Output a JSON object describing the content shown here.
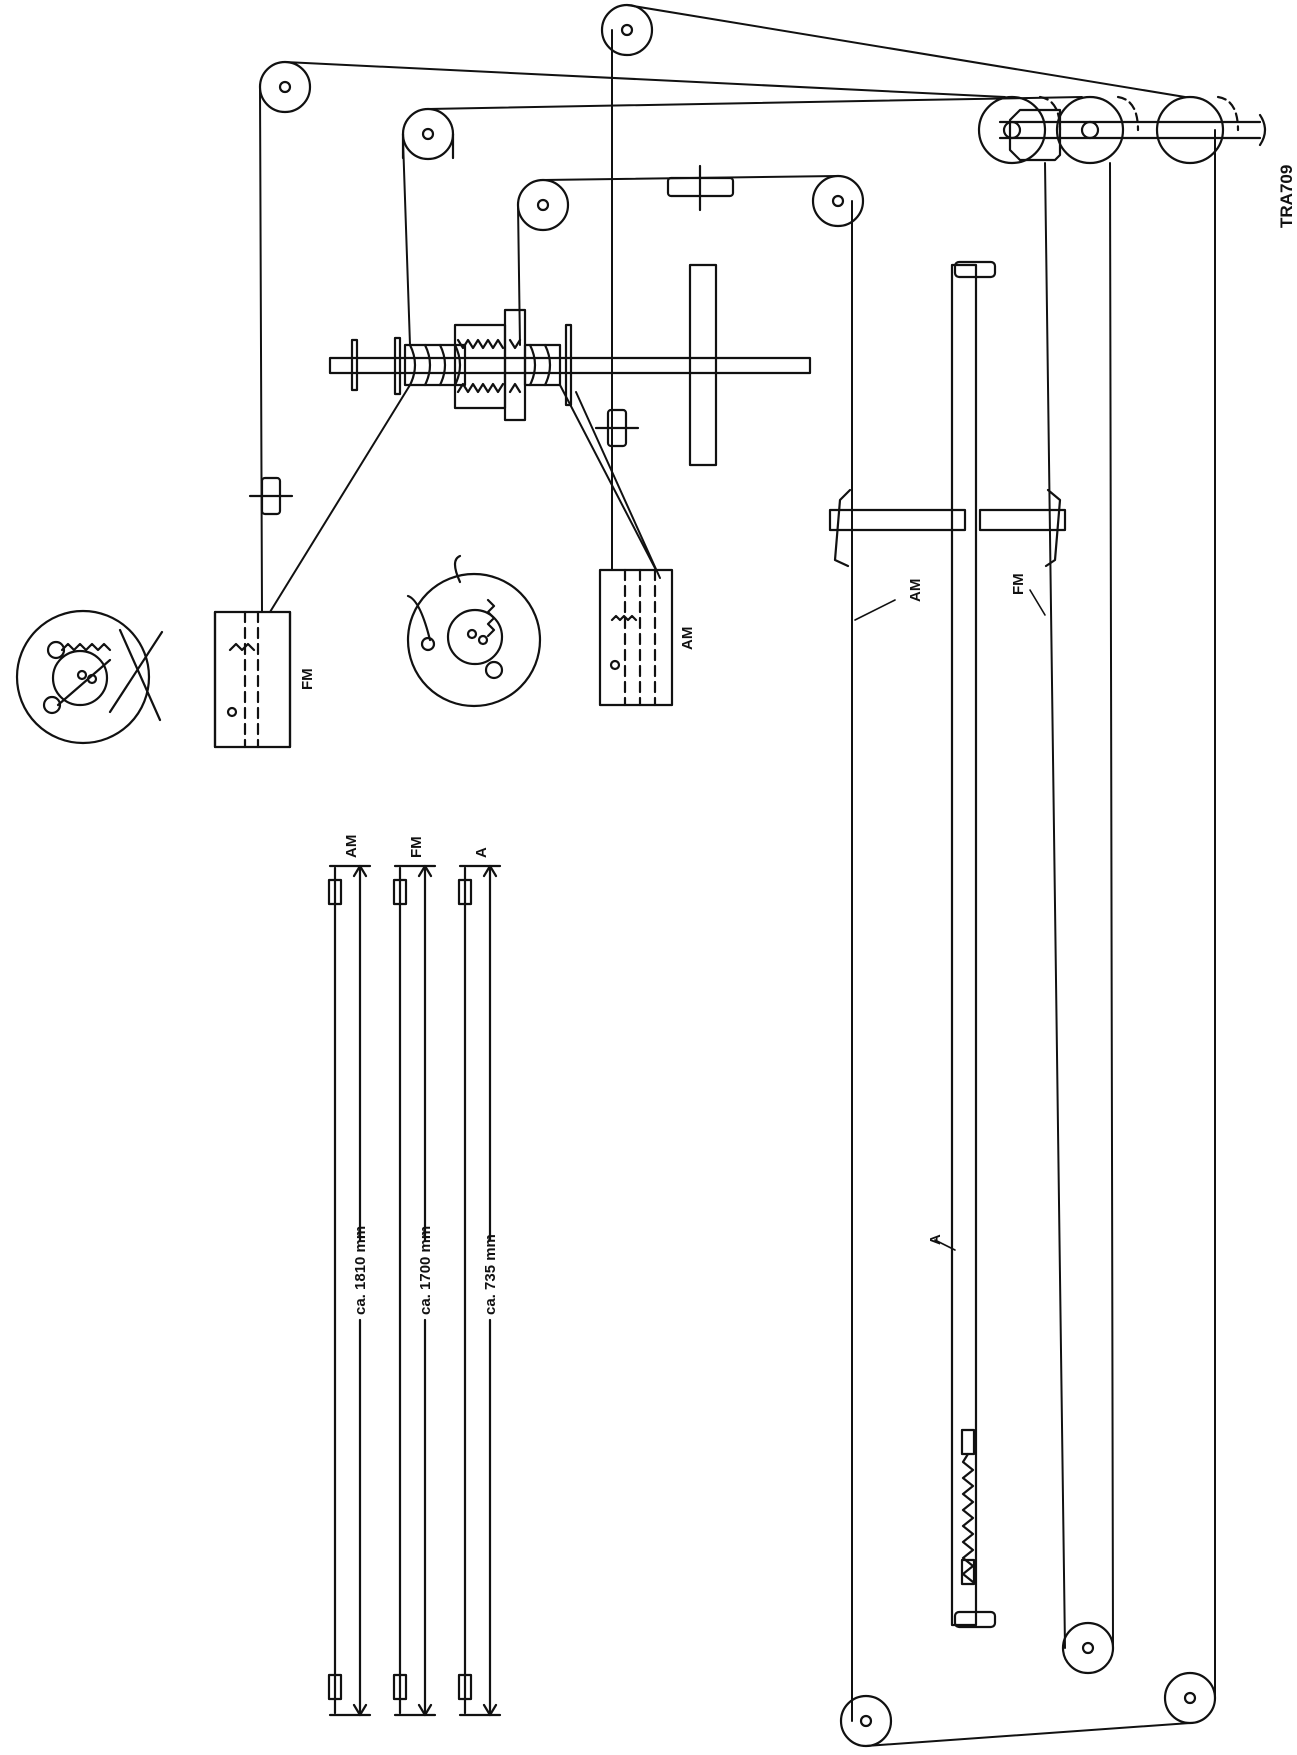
{
  "labels": {
    "drawing_code": "TRA709",
    "cord_am": "AM",
    "cord_fm": "FM",
    "cord_a": "A",
    "drum_fm": "FM",
    "drum_am": "AM"
  },
  "cord_lengths": [
    {
      "name": "AM",
      "length": "ca. 1810 mm"
    },
    {
      "name": "FM",
      "length": "ca. 1700 mm"
    },
    {
      "name": "A",
      "length": "ca. 735  mm"
    }
  ]
}
